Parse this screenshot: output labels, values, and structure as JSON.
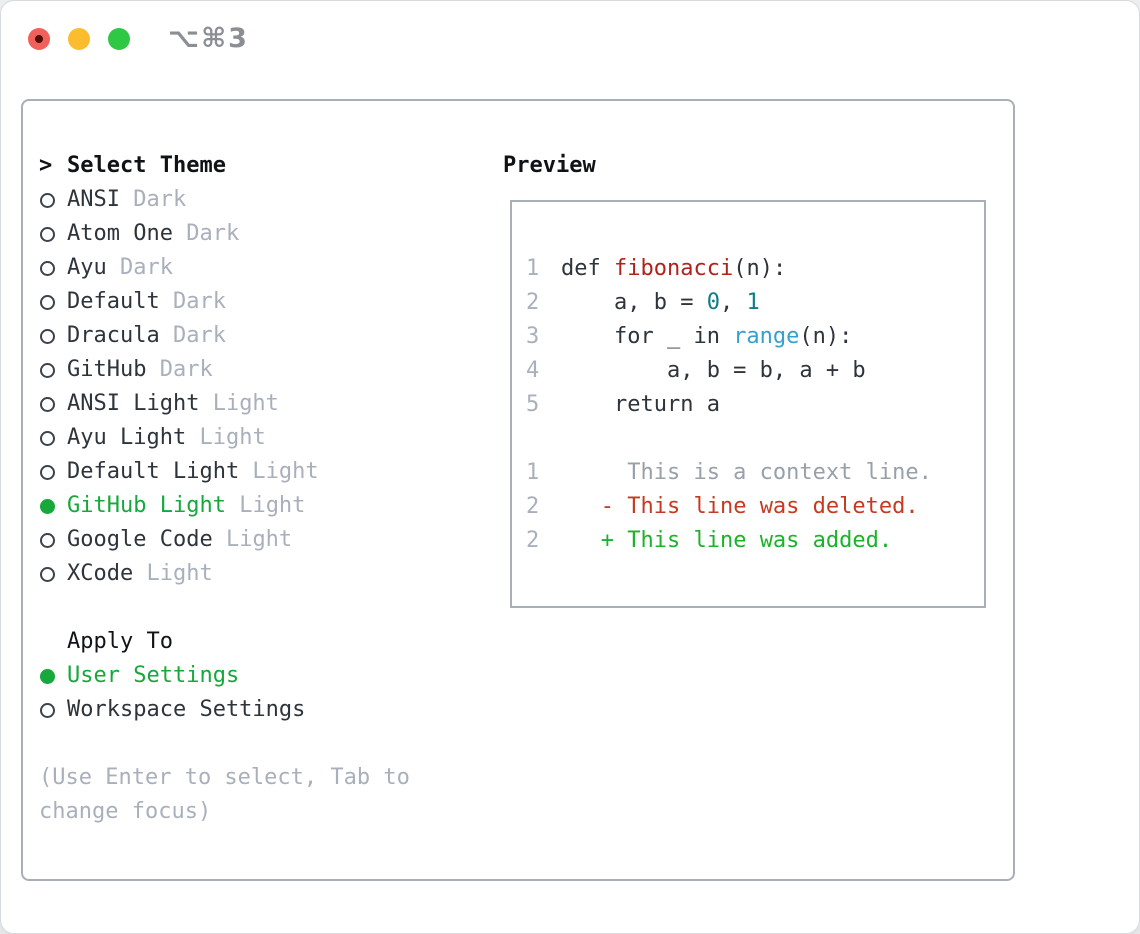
{
  "window": {
    "title": "⌥⌘3"
  },
  "theme_menu": {
    "prompt": ">",
    "header": "Select Theme",
    "items": [
      {
        "name": "ANSI",
        "variant": "Dark",
        "selected": false
      },
      {
        "name": "Atom One",
        "variant": "Dark",
        "selected": false
      },
      {
        "name": "Ayu",
        "variant": "Dark",
        "selected": false
      },
      {
        "name": "Default",
        "variant": "Dark",
        "selected": false
      },
      {
        "name": "Dracula",
        "variant": "Dark",
        "selected": false
      },
      {
        "name": "GitHub",
        "variant": "Dark",
        "selected": false
      },
      {
        "name": "ANSI Light",
        "variant": "Light",
        "selected": false
      },
      {
        "name": "Ayu Light",
        "variant": "Light",
        "selected": false
      },
      {
        "name": "Default Light",
        "variant": "Light",
        "selected": false
      },
      {
        "name": "GitHub Light",
        "variant": "Light",
        "selected": true
      },
      {
        "name": "Google Code",
        "variant": "Light",
        "selected": false
      },
      {
        "name": "XCode",
        "variant": "Light",
        "selected": false
      }
    ]
  },
  "apply_to": {
    "header": "Apply To",
    "options": [
      {
        "label": "User Settings",
        "selected": true
      },
      {
        "label": "Workspace Settings",
        "selected": false
      }
    ]
  },
  "help": {
    "line1": "(Use Enter to select, Tab to",
    "line2": "change focus)"
  },
  "preview": {
    "header": "Preview",
    "lines": [
      {
        "num": "1",
        "segments": [
          {
            "t": "def ",
            "c": "code"
          },
          {
            "t": "fibonacci",
            "c": "func"
          },
          {
            "t": "(n):",
            "c": "code"
          }
        ]
      },
      {
        "num": "2",
        "segments": [
          {
            "t": "    a, b = ",
            "c": "code"
          },
          {
            "t": "0",
            "c": "number"
          },
          {
            "t": ", ",
            "c": "code"
          },
          {
            "t": "1",
            "c": "number"
          }
        ]
      },
      {
        "num": "3",
        "segments": [
          {
            "t": "    for _ in ",
            "c": "code"
          },
          {
            "t": "range",
            "c": "call"
          },
          {
            "t": "(n):",
            "c": "code"
          }
        ]
      },
      {
        "num": "4",
        "segments": [
          {
            "t": "        a, b = b, a + b",
            "c": "code"
          }
        ]
      },
      {
        "num": "5",
        "segments": [
          {
            "t": "    return a",
            "c": "code"
          }
        ]
      },
      {
        "num": "",
        "segments": []
      },
      {
        "num": "1",
        "segments": [
          {
            "t": "     This is a context line.",
            "c": "context"
          }
        ]
      },
      {
        "num": "2",
        "segments": [
          {
            "t": "   ",
            "c": "code"
          },
          {
            "t": "- This line was deleted.",
            "c": "deleted"
          }
        ]
      },
      {
        "num": "2",
        "segments": [
          {
            "t": "   ",
            "c": "code"
          },
          {
            "t": "+ This line was added.",
            "c": "added"
          }
        ]
      }
    ]
  },
  "colors": {
    "code": "#2e343b",
    "func": "#b0231c",
    "number": "#0f7d88",
    "call": "#35a0cf",
    "context": "#98a0a8",
    "deleted": "#c63a21",
    "added": "#1bb32b",
    "selection_green": "#17a83c",
    "muted": "#a9b0bc"
  }
}
